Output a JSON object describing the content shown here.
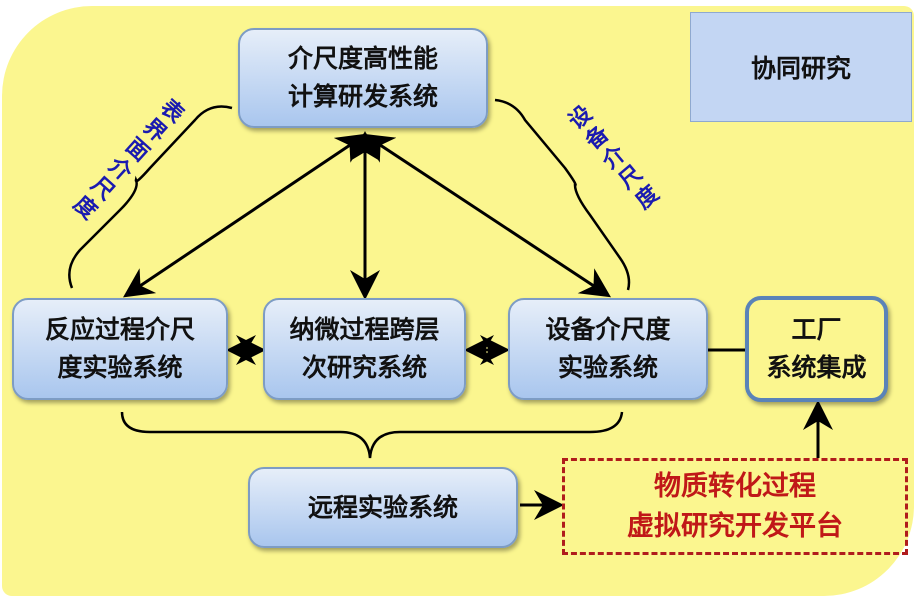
{
  "collab_label": "协同研究",
  "nodes": {
    "compute": "介尺度高性能\n计算研发系统",
    "reaction": "反应过程介尺\n度实验系统",
    "nano": "纳微过程跨层\n次研究系统",
    "equipment": "设备介尺度\n实验系统",
    "factory": "工厂\n系统集成",
    "remote": "远程实验系统",
    "platform": "物质转化过程\n虚拟研究开发平台"
  },
  "labels": {
    "interface": "表界面介尺度",
    "equipment_scale": "设备介尺度"
  },
  "colors": {
    "background": "#fbf68f",
    "box": "#a9c6ee",
    "platform": "#c01818",
    "label": "#1a1ab0"
  }
}
